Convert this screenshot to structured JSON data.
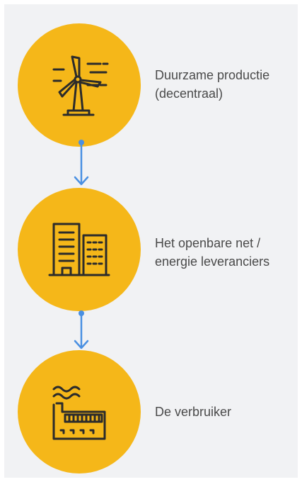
{
  "colors": {
    "circle": "#F5B719",
    "icon_stroke": "#2b2b2b",
    "arrow": "#4A90E2",
    "text": "#4A4A4A",
    "panel": "#F1F2F4"
  },
  "steps": [
    {
      "icon": "wind-turbine-icon",
      "label_lines": [
        "Duurzame productie",
        "(decentraal)"
      ]
    },
    {
      "icon": "office-buildings-icon",
      "label_lines": [
        "Het openbare net /",
        "energie leveranciers"
      ]
    },
    {
      "icon": "factory-icon",
      "label_lines": [
        "De verbruiker"
      ]
    }
  ]
}
